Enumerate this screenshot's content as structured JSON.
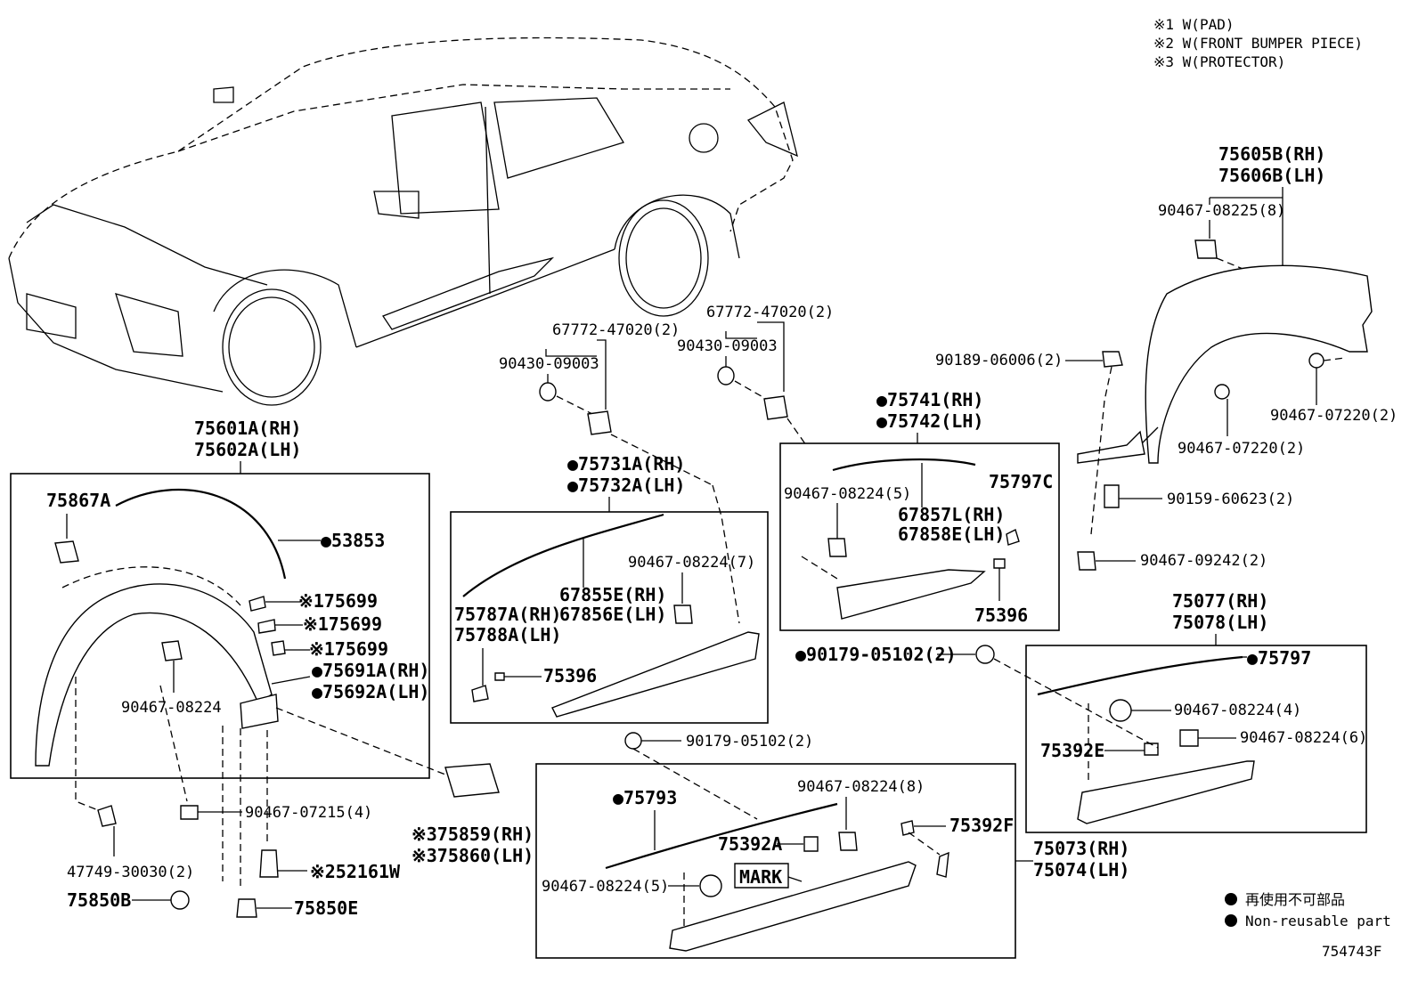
{
  "notes": {
    "n1": "※1 W(PAD)",
    "n2": "※2 W(FRONT BUMPER PIECE)",
    "n3": "※3 W(PROTECTOR)"
  },
  "legend": {
    "jp": "再使用不可部品",
    "en": "Non-reusable part"
  },
  "figure_id": "754743F",
  "mark_label": "MARK",
  "labels": {
    "l75605b": "75605B(RH)",
    "l75606b": "75606B(LH)",
    "l90467_08225_8": "90467-08225(8)",
    "l90189_06006_2": "90189-06006(2)",
    "l90467_07220_2a": "90467-07220(2)",
    "l90467_07220_2b": "90467-07220(2)",
    "l90159_60623_2": "90159-60623(2)",
    "l90467_09242_2": "90467-09242(2)",
    "l75077": "75077(RH)",
    "l75078": "75078(LH)",
    "l75797": "●75797",
    "l90467_08224_4": "90467-08224(4)",
    "l90467_08224_6": "90467-08224(6)",
    "l75392e": "75392E",
    "l75392f": "75392F",
    "l75073": "75073(RH)",
    "l75074": "75074(LH)",
    "l75741": "●75741(RH)",
    "l75742": "●75742(LH)",
    "l90467_08224_5a": "90467-08224(5)",
    "l75797c": "75797C",
    "l67857l": "67857L(RH)",
    "l67858e": "67858E(LH)",
    "l75396a": "75396",
    "l90179_05102_2a": "●90179-05102(2)",
    "l90179_05102_2b": "90179-05102(2)",
    "l67772a": "67772-47020(2)",
    "l90430a": "90430-09003",
    "l67772b": "67772-47020(2)",
    "l90430b": "90430-09003",
    "l75731a": "●75731A(RH)",
    "l75732a": "●75732A(LH)",
    "l90467_08224_7": "90467-08224(7)",
    "l67855e": "67855E(RH)",
    "l67856e": "67856E(LH)",
    "l75787a": "75787A(RH)",
    "l75788a": "75788A(LH)",
    "l75396b": "75396",
    "l75793": "●75793",
    "l90467_08224_8": "90467-08224(8)",
    "l75392a": "75392A",
    "l90467_08224_5b": "90467-08224(5)",
    "l75601a": "75601A(RH)",
    "l75602a": "75602A(LH)",
    "l75867a": "75867A",
    "l53853": "●53853",
    "l75699a": "※175699",
    "l75699b": "※175699",
    "l75699c": "※175699",
    "l75691a": "●75691A(RH)",
    "l75692a": "●75692A(LH)",
    "l90467_08224": "90467-08224",
    "l90467_07215_4": "90467-07215(4)",
    "l47749": "47749-30030(2)",
    "l52161w": "※252161W",
    "l75850b": "75850B",
    "l75850e": "75850E",
    "l75859": "※375859(RH)",
    "l75860": "※375860(LH)"
  }
}
